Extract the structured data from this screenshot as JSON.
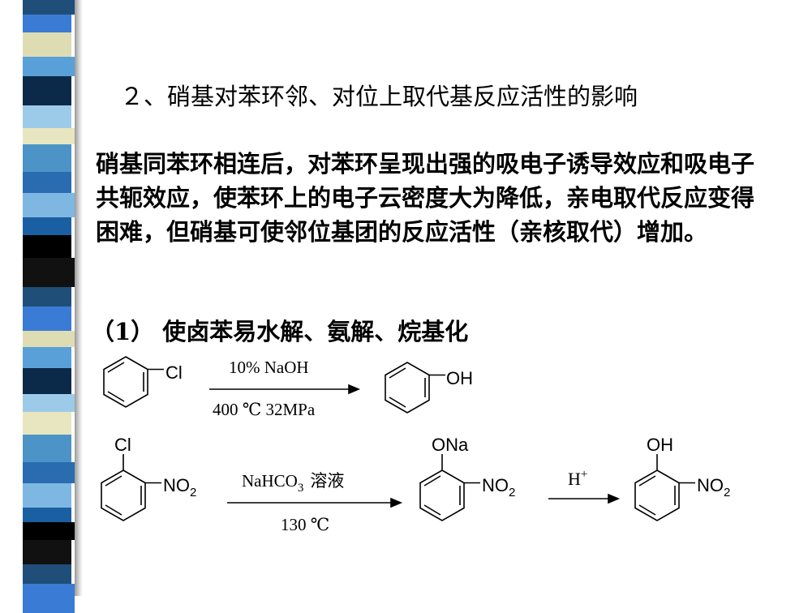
{
  "slide": {
    "heading": "２、硝基对苯环邻、对位上取代基反应活性的影响",
    "paragraph": "硝基同苯环相连后，对苯环呈现出强的吸电子诱导效应和吸电子共轭效应，使苯环上的电子云密度大为降低，亲电取代反应变得困难，但硝基可使邻位基团的反应活性（亲核取代）增加。",
    "subheading": "（1） 使卤苯易水解、氨解、烷基化"
  },
  "reaction1": {
    "reactant_substituent": "Cl",
    "reagent_above": "10% NaOH",
    "conditions_below": "400 ℃  32MPa",
    "product_substituent": "OH"
  },
  "reaction2": {
    "reactant_top": "Cl",
    "nitro_no": "NO",
    "nitro_sub": "2",
    "reagent_formula": "NaHCO",
    "reagent_sub": "3",
    "reagent_solvent": "溶液",
    "conditions_below": "130 ℃",
    "intermediate_top": "ONa",
    "acid_h": "H",
    "acid_sup": "+",
    "product_top": "OH"
  },
  "colors": {
    "stripes": [
      "#1f4e79",
      "#2a6cb0",
      "#5aa0d8",
      "#000000",
      "#e8e6c0",
      "#3a7bd5",
      "#7fb7e3",
      "#0b2a4a",
      "#111111",
      "#4c94c8",
      "#dedcb2",
      "#1b5fa3",
      "#9ccbe9"
    ]
  }
}
